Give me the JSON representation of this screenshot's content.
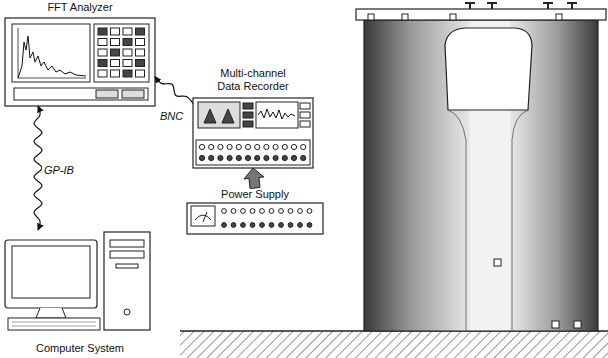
{
  "diagram": {
    "nodes": [
      {
        "text": [
          "FFT Analyzer"
        ]
      },
      {
        "text": [
          "Multi-channel Data Recorder"
        ]
      },
      {
        "text": [
          "Power Supply"
        ]
      },
      {
        "text": [
          "Computer System"
        ]
      }
    ],
    "edges": [
      {
        "from": 3,
        "to": 0,
        "label": "GP-IB",
        "arrow": "both"
      },
      {
        "from": 1,
        "to": 0,
        "label": "BNC",
        "arrow": "to"
      },
      {
        "from": 2,
        "to": 1,
        "arrow": "to"
      }
    ]
  }
}
